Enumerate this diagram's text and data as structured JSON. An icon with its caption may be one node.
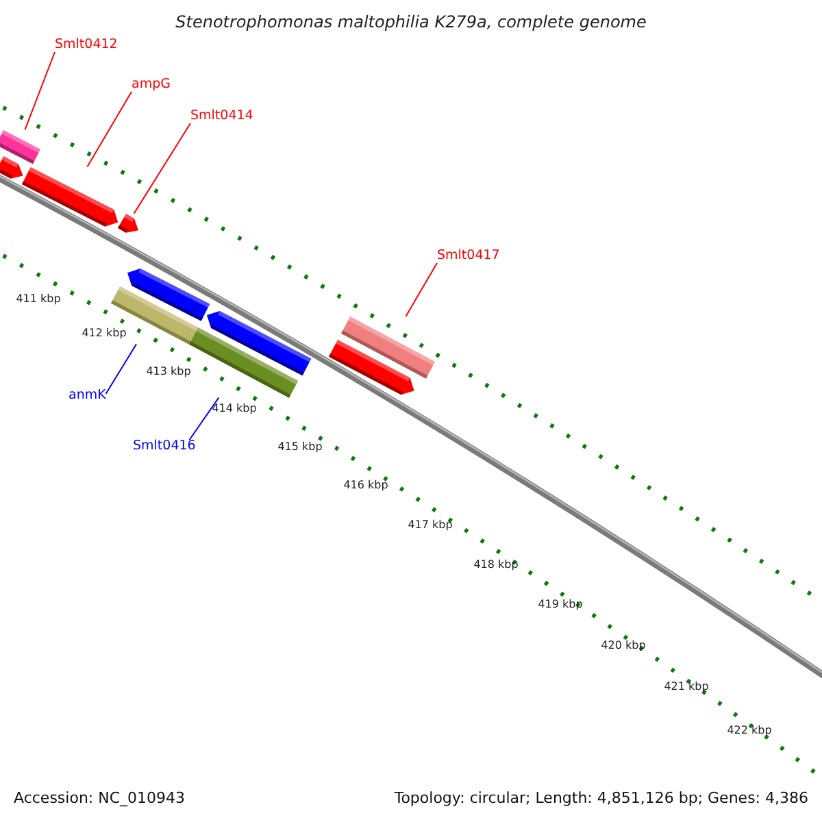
{
  "diagram": {
    "title": "Stenotrophomonas maltophilia K279a, complete genome",
    "nodes": [
      {
        "text": [
          "Smlt0412"
        ]
      },
      {
        "text": [
          "ampG"
        ]
      },
      {
        "text": [
          "Smlt0414"
        ]
      },
      {
        "text": [
          "Smlt0417"
        ]
      },
      {
        "text": [
          "anmK"
        ]
      },
      {
        "text": [
          "Smlt0416"
        ]
      },
      {
        "text": [],
        "shape": "bar"
      },
      {
        "text": [],
        "shape": "bar"
      },
      {
        "text": [],
        "shape": "bar"
      },
      {
        "text": [],
        "shape": "bar"
      },
      {
        "text": [],
        "shape": "bar"
      },
      {
        "text": [],
        "shape": "bar"
      },
      {
        "text": [],
        "shape": "bar"
      },
      {
        "text": [],
        "shape": "bar"
      },
      {
        "text": [],
        "shape": "bar"
      },
      {
        "text": [],
        "shape": "bar"
      }
    ],
    "edges": [
      {
        "from": 0,
        "to": 6,
        "arrow": "none"
      },
      {
        "from": 1,
        "to": 8,
        "arrow": "none"
      },
      {
        "from": 2,
        "to": 9,
        "arrow": "none"
      },
      {
        "from": 3,
        "to": 14,
        "arrow": "none"
      },
      {
        "from": 4,
        "to": 11,
        "arrow": "none",
        "color": "#0000ff"
      },
      {
        "from": 5,
        "to": 13,
        "arrow": "none",
        "color": "#0000ff"
      }
    ],
    "labels": [
      "411 kbp",
      "412 kbp",
      "413 kbp",
      "414 kbp",
      "415 kbp",
      "416 kbp",
      "417 kbp",
      "418 kbp",
      "419 kbp",
      "420 kbp",
      "421 kbp",
      "422 kbp",
      "Accession: NC_010943",
      "Topology: circular; Length: 4,851,126 bp; Genes: 4,386"
    ]
  }
}
